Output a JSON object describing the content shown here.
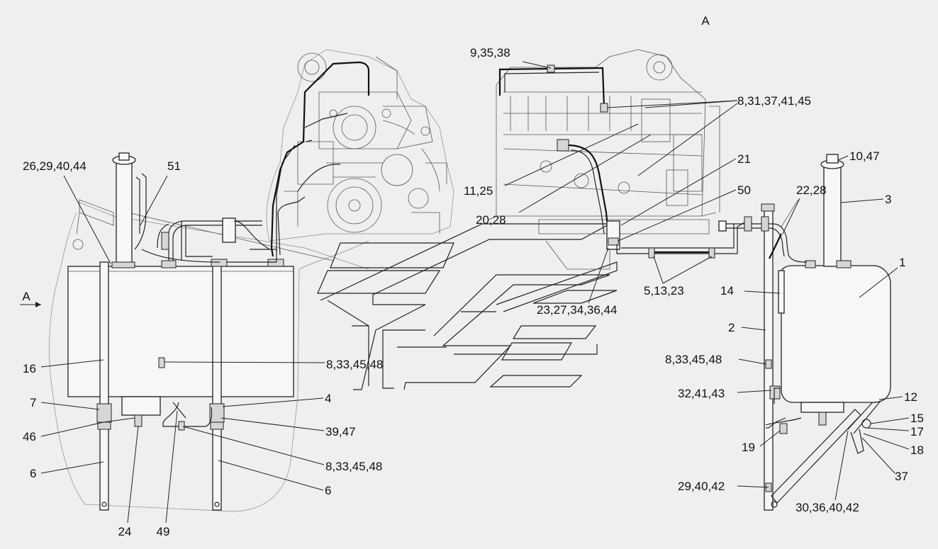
{
  "view_marks": {
    "section_top": "A",
    "section_left": "A"
  },
  "callouts": {
    "c_26_29_40_44": "26,29,40,44",
    "c_51": "51",
    "c_9_35_38": "9,35,38",
    "c_8_31_37_41_45": "8,31,37,41,45",
    "c_10_47": "10,47",
    "c_21": "21",
    "c_11_25": "11,25",
    "c_50": "50",
    "c_22_28": "22,28",
    "c_3": "3",
    "c_20_28": "20,28",
    "c_1": "1",
    "c_5_13_23": "5,13,23",
    "c_14": "14",
    "c_23_27_34_36_44": "23,27,34,36,44",
    "c_2": "2",
    "c_16": "16",
    "c_8_33_45_48_mid": "8,33,45,48",
    "c_8_33_45_48_right": "8,33,45,48",
    "c_32_41_43": "32,41,43",
    "c_12": "12",
    "c_7": "7",
    "c_4": "4",
    "c_15": "15",
    "c_46": "46",
    "c_39_47": "39,47",
    "c_17": "17",
    "c_19": "19",
    "c_18": "18",
    "c_6_left": "6",
    "c_8_33_45_48_low": "8,33,45,48",
    "c_37": "37",
    "c_6_right": "6",
    "c_29_40_42": "29,40,42",
    "c_24": "24",
    "c_49": "49",
    "c_30_36_40_42": "30,36,40,42"
  }
}
